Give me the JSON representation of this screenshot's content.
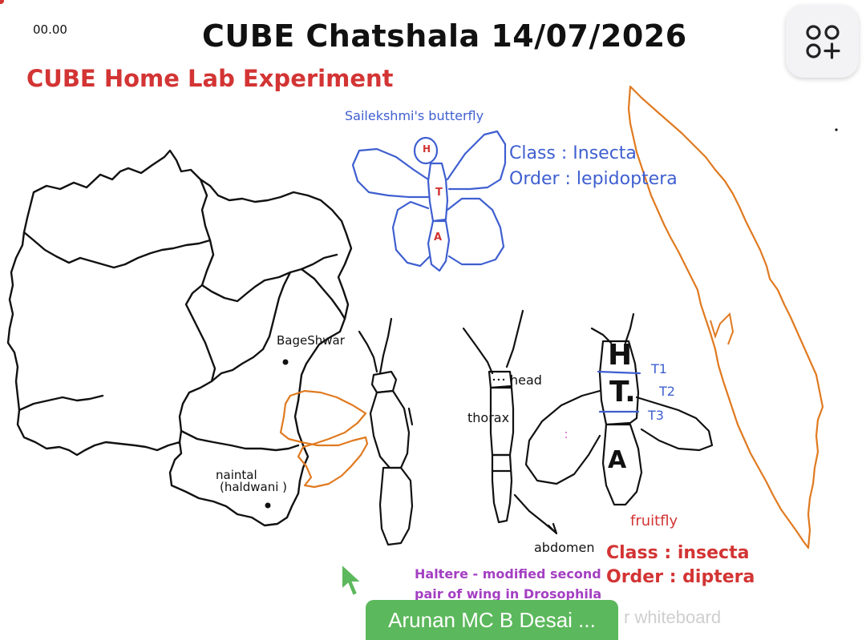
{
  "board": {
    "title": "CUBE Chatshala 14/07/2026",
    "timer": "00.00",
    "subtitle": "CUBE Home Lab Experiment"
  },
  "butterfly": {
    "caption": "Sailekshmi's butterfly",
    "head": "H",
    "thorax": "T",
    "abdomen": "A",
    "class_line": "Class : Insecta",
    "order_line": "Order : lepidoptera"
  },
  "map": {
    "place1": "BageShwar",
    "place2_line1": "naintal",
    "place2_line2": "(haldwani )"
  },
  "insect_sketch": {
    "head": "head",
    "thorax": "thorax",
    "abdomen": "abdomen"
  },
  "fruitfly": {
    "h": "H",
    "t": "T.",
    "a": "A",
    "t1": "T1",
    "t2": "T2",
    "t3": "T3",
    "label": "fruitfly",
    "class_line": "Class : insecta",
    "order_line": "Order : diptera"
  },
  "haltere": {
    "line1": "Haltere - modified second",
    "line2": "pair of wing in Drosophila"
  },
  "ui": {
    "speaker_name": "Arunan MC B Desai ...",
    "whiteboard_label": "r whiteboard",
    "menu_icon": "grid-add-icon"
  },
  "colors": {
    "ink_black": "#111111",
    "ink_red": "#d33434",
    "ink_blue": "#3f5fd0",
    "ink_orange": "#e07a20",
    "ink_purple": "#a43fc2",
    "speaker_green": "#5cb85c"
  }
}
